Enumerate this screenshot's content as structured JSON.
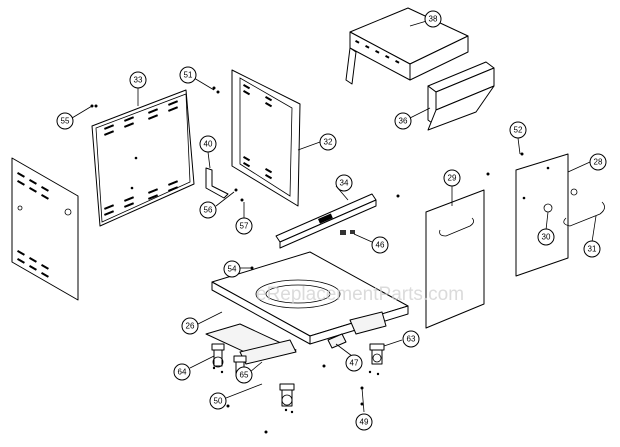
{
  "watermark": "eReplacementParts.com",
  "parts": [
    {
      "id": "p38",
      "label": "38"
    },
    {
      "id": "p33",
      "label": "33"
    },
    {
      "id": "p51",
      "label": "51"
    },
    {
      "id": "p55",
      "label": "55"
    },
    {
      "id": "p36",
      "label": "36"
    },
    {
      "id": "p40",
      "label": "40"
    },
    {
      "id": "p32",
      "label": "32"
    },
    {
      "id": "p52",
      "label": "52"
    },
    {
      "id": "p28",
      "label": "28"
    },
    {
      "id": "p29",
      "label": "29"
    },
    {
      "id": "p34",
      "label": "34"
    },
    {
      "id": "p56",
      "label": "56"
    },
    {
      "id": "p57",
      "label": "57"
    },
    {
      "id": "p30",
      "label": "30"
    },
    {
      "id": "p31",
      "label": "31"
    },
    {
      "id": "p46",
      "label": "46"
    },
    {
      "id": "p54",
      "label": "54"
    },
    {
      "id": "p26",
      "label": "26"
    },
    {
      "id": "p63",
      "label": "63"
    },
    {
      "id": "p47",
      "label": "47"
    },
    {
      "id": "p64",
      "label": "64"
    },
    {
      "id": "p65",
      "label": "65"
    },
    {
      "id": "p50",
      "label": "50"
    },
    {
      "id": "p49",
      "label": "49"
    }
  ]
}
